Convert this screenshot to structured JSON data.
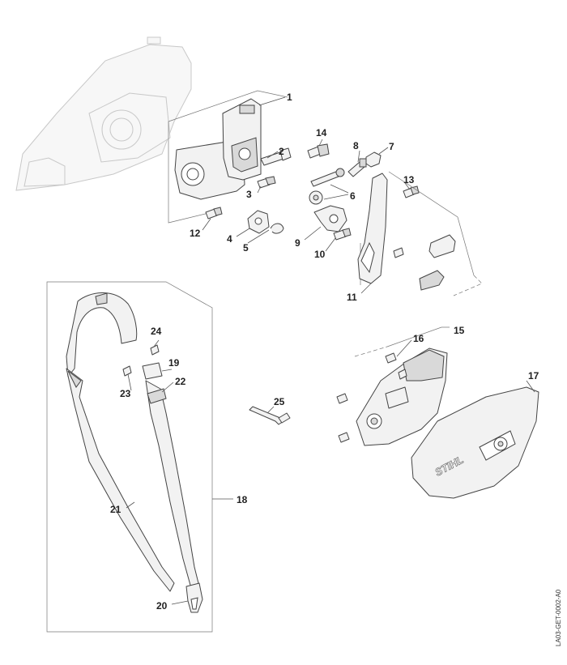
{
  "callouts": [
    {
      "id": "1",
      "text": "1"
    },
    {
      "id": "2",
      "text": "2"
    },
    {
      "id": "3",
      "text": "3"
    },
    {
      "id": "4",
      "text": "4"
    },
    {
      "id": "5",
      "text": "5"
    },
    {
      "id": "6",
      "text": "6"
    },
    {
      "id": "7",
      "text": "7"
    },
    {
      "id": "8",
      "text": "8"
    },
    {
      "id": "9",
      "text": "9"
    },
    {
      "id": "10",
      "text": "10"
    },
    {
      "id": "11",
      "text": "11"
    },
    {
      "id": "12",
      "text": "12"
    },
    {
      "id": "13",
      "text": "13"
    },
    {
      "id": "14",
      "text": "14"
    },
    {
      "id": "15",
      "text": "15"
    },
    {
      "id": "16",
      "text": "16"
    },
    {
      "id": "17",
      "text": "17"
    },
    {
      "id": "18",
      "text": "18"
    },
    {
      "id": "19",
      "text": "19"
    },
    {
      "id": "20",
      "text": "20"
    },
    {
      "id": "21",
      "text": "21"
    },
    {
      "id": "22",
      "text": "22"
    },
    {
      "id": "23",
      "text": "23"
    },
    {
      "id": "24",
      "text": "24"
    },
    {
      "id": "25",
      "text": "25"
    }
  ],
  "brand_text": "STIHL",
  "drawing_code": "LA03-GET-0002-A0"
}
